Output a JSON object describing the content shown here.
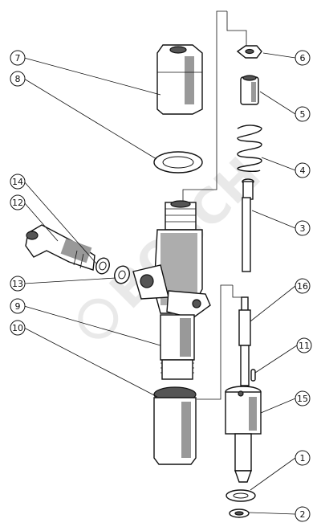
{
  "callouts": [
    {
      "id": "c1",
      "label": "1"
    },
    {
      "id": "c2",
      "label": "2"
    },
    {
      "id": "c3",
      "label": "3"
    },
    {
      "id": "c4",
      "label": "4"
    },
    {
      "id": "c5",
      "label": "5"
    },
    {
      "id": "c6",
      "label": "6"
    },
    {
      "id": "c7",
      "label": "7"
    },
    {
      "id": "c8",
      "label": "8"
    },
    {
      "id": "c9",
      "label": "9"
    },
    {
      "id": "c10",
      "label": "10"
    },
    {
      "id": "c11",
      "label": "11"
    },
    {
      "id": "c12",
      "label": "12"
    },
    {
      "id": "c13",
      "label": "13"
    },
    {
      "id": "c14",
      "label": "14"
    },
    {
      "id": "c15",
      "label": "15"
    },
    {
      "id": "c16",
      "label": "16"
    }
  ],
  "watermark": {
    "text": "BOSCH"
  }
}
